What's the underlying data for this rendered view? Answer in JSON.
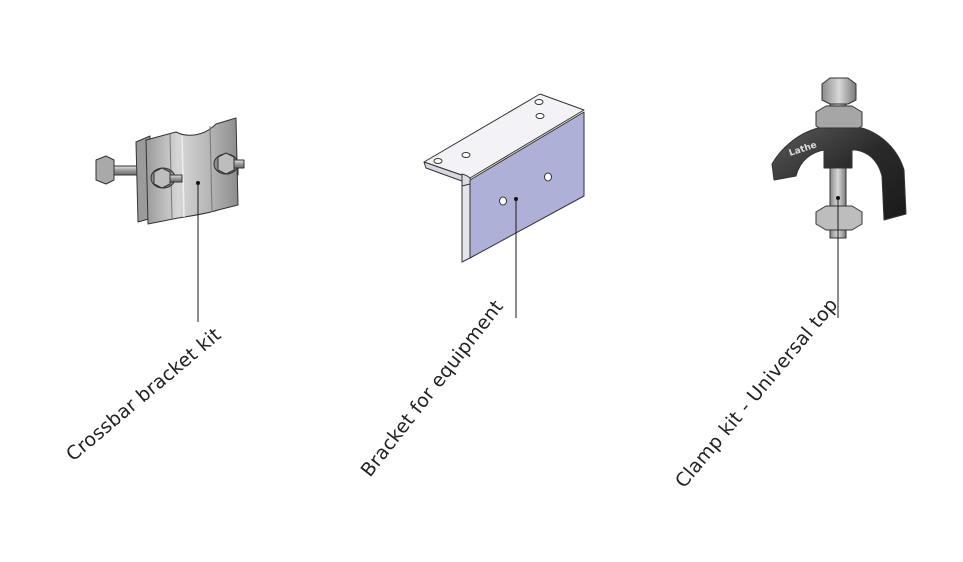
{
  "labels": {
    "crossbar": "Crossbar bracket kit",
    "bracket": "Bracket for equipment",
    "clamp": "Clamp  kit - Universal top",
    "clamp_logo": "Lathe"
  },
  "colors": {
    "background": "#ffffff",
    "steel": "#c4c4c4",
    "steel_dark": "#8a8a8a",
    "bracket_face": "#aeb0d8",
    "bracket_top": "#f3f3f8",
    "clamp_body": "#2e2e2e",
    "leader_line": "#1a1a1a"
  }
}
